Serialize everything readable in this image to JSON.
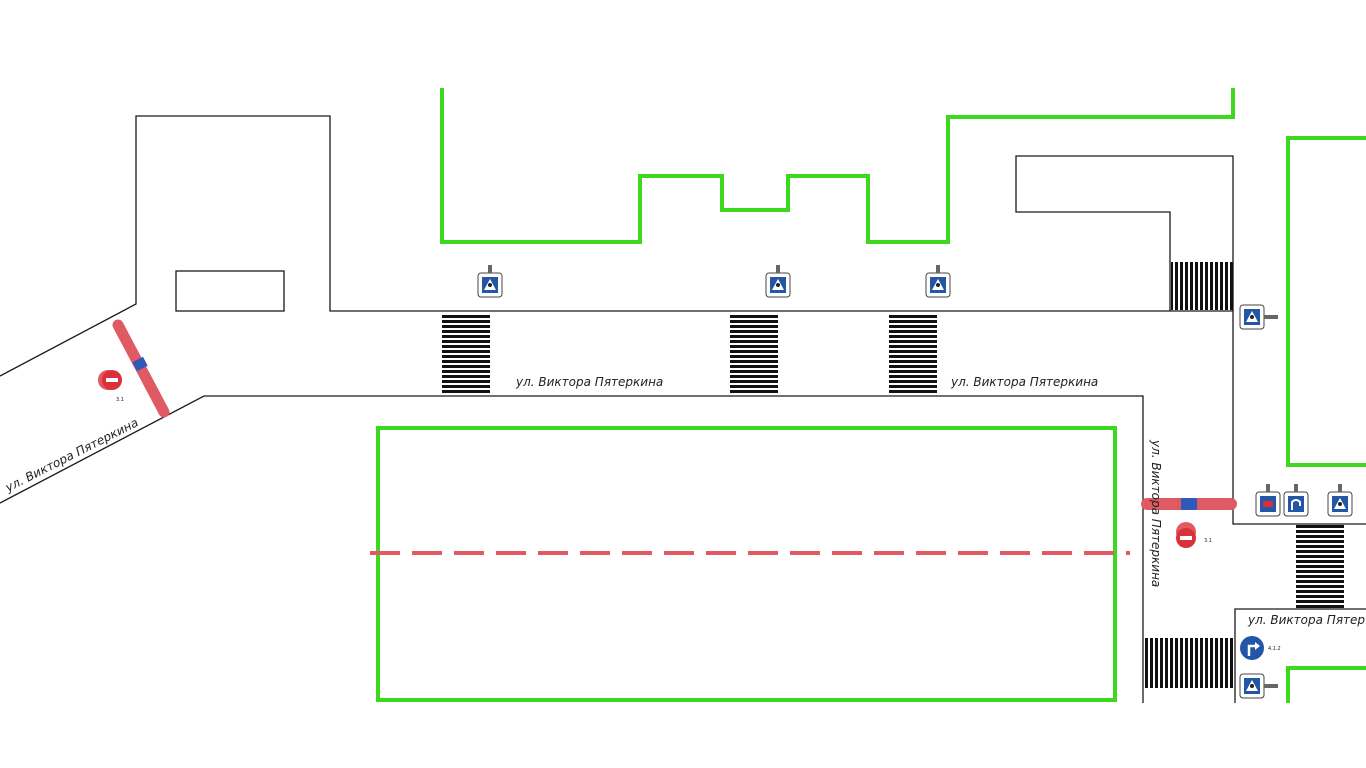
{
  "streets": {
    "label_left": "ул. Виктора Пятеркина",
    "label_mid": "ул. Виктора Пятеркина",
    "label_right": "ул. Виктора Пятеркина",
    "label_vertical": "ул. Виктора Пятеркина",
    "label_corner": "ул. Виктора Пятер"
  },
  "signs": {
    "turn_right_code": "4.1.2",
    "no_entry_code_left": "3.1",
    "no_entry_code_right": "3.1",
    "icon_crosswalk": "pedestrian-crossing-icon",
    "icon_no_entry": "no-entry-icon",
    "icon_turn_right": "turn-right-icon",
    "icon_parking": "parking-icon",
    "icon_u_turn": "u-turn-icon"
  },
  "colors": {
    "road_outline": "#1a1a1a",
    "green_zone": "#3ed81e",
    "barrier_red": "#e05a63",
    "barrier_blue": "#2f59b8",
    "sign_blue": "#2456a8",
    "sign_red": "#d9303a",
    "crosswalk": "#111111"
  }
}
